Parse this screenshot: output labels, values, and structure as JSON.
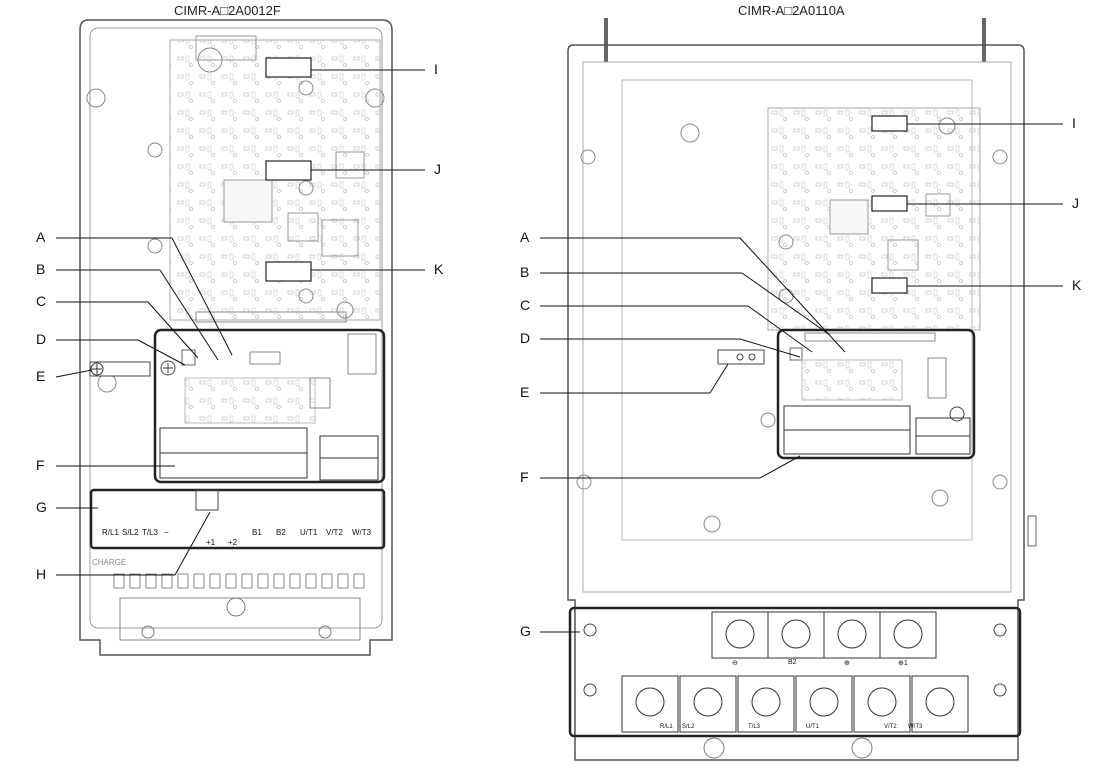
{
  "left_model": "CIMR-A□2A0012F",
  "right_model": "CIMR-A□2A0110A",
  "left_labels": [
    "A",
    "B",
    "C",
    "D",
    "E",
    "F",
    "G",
    "H",
    "I",
    "J",
    "K"
  ],
  "right_labels": [
    "A",
    "B",
    "C",
    "D",
    "E",
    "F",
    "G",
    "I",
    "J",
    "K"
  ],
  "left_terminals": {
    "row1": [
      "R/L1",
      "S/L2",
      "T/L3",
      "−",
      "B1",
      "B2",
      "U/T1",
      "V/T2",
      "W/T3"
    ],
    "row2": [
      "+1",
      "+2"
    ],
    "charge": "CHARGE"
  },
  "right_terminals": {
    "top": [
      "⊖",
      "B2",
      "⊕",
      "⊕1"
    ],
    "bottom": [
      "R/L1",
      "S/L2",
      "T/L3",
      "U/T1",
      "V/T2",
      "W/T3"
    ]
  }
}
